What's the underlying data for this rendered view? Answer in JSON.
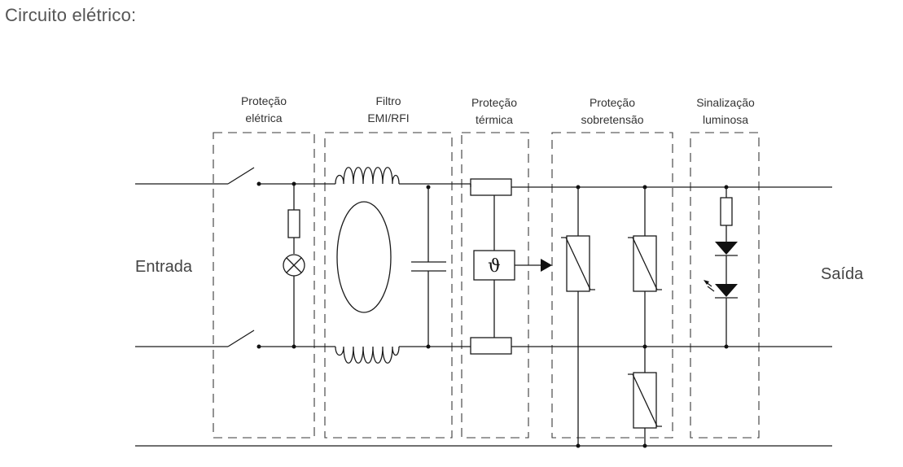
{
  "title": "Circuito elétrico:",
  "labels": {
    "entrada": "Entrada",
    "saida": "Saída",
    "thermal_symbol": "ϑ"
  },
  "blocks": [
    {
      "line1": "Proteção",
      "line2": "elétrica"
    },
    {
      "line1": "Filtro",
      "line2": "EMI/RFI"
    },
    {
      "line1": "Proteção",
      "line2": "térmica"
    },
    {
      "line1": "Proteção",
      "line2": "sobretensão"
    },
    {
      "line1": "Sinalização",
      "line2": "luminosa"
    }
  ]
}
